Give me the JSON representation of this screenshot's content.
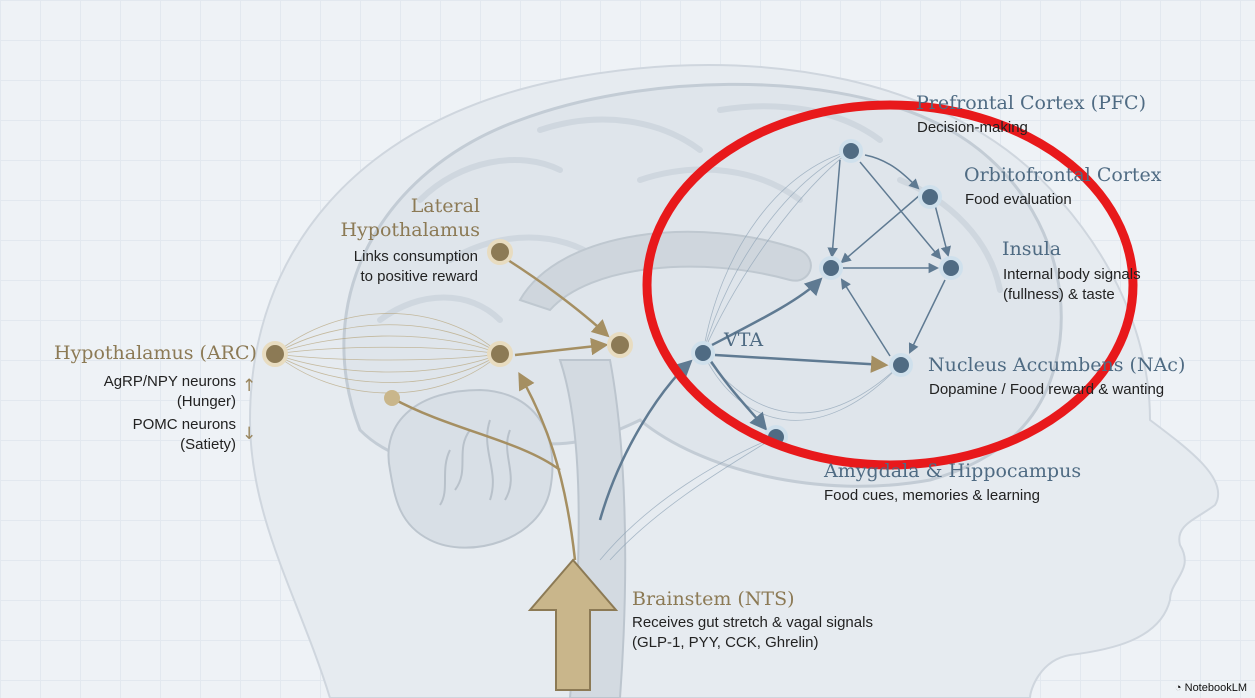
{
  "labels": {
    "pfc": {
      "title": "Prefrontal Cortex (PFC)",
      "desc": "Decision-making"
    },
    "ofc": {
      "title": "Orbitofrontal Cortex",
      "desc": "Food evaluation"
    },
    "insula": {
      "title": "Insula",
      "desc_line1": "Internal body signals",
      "desc_line2": "(fullness) & taste"
    },
    "nac": {
      "title": "Nucleus Accumbens (NAc)",
      "desc": "Dopamine / Food reward & wanting"
    },
    "vta": {
      "title": "VTA"
    },
    "amygdala": {
      "title": "Amygdala & Hippocampus",
      "desc": "Food cues, memories & learning"
    },
    "lateral_hypothalamus": {
      "title_line1": "Lateral",
      "title_line2": "Hypothalamus",
      "desc_line1": "Links consumption",
      "desc_line2": "to positive reward"
    },
    "arc": {
      "title": "Hypothalamus (ARC)",
      "agrp_line1": "AgRP/NPY neurons",
      "agrp_line2": "(Hunger)",
      "pomc_line1": "POMC neurons",
      "pomc_line2": "(Satiety)",
      "up_arrow": "↑",
      "down_arrow": "↓"
    },
    "brainstem": {
      "title": "Brainstem (NTS)",
      "desc_line1": "Receives gut stretch & vagal signals",
      "desc_line2": "(GLP-1, PYY, CCK, Ghrelin)"
    }
  },
  "brand": "NotebookLM",
  "colors": {
    "background": "#eef2f6",
    "gold": "#8c7a55",
    "blue": "#4f6b83",
    "highlight": "#e8191b"
  }
}
